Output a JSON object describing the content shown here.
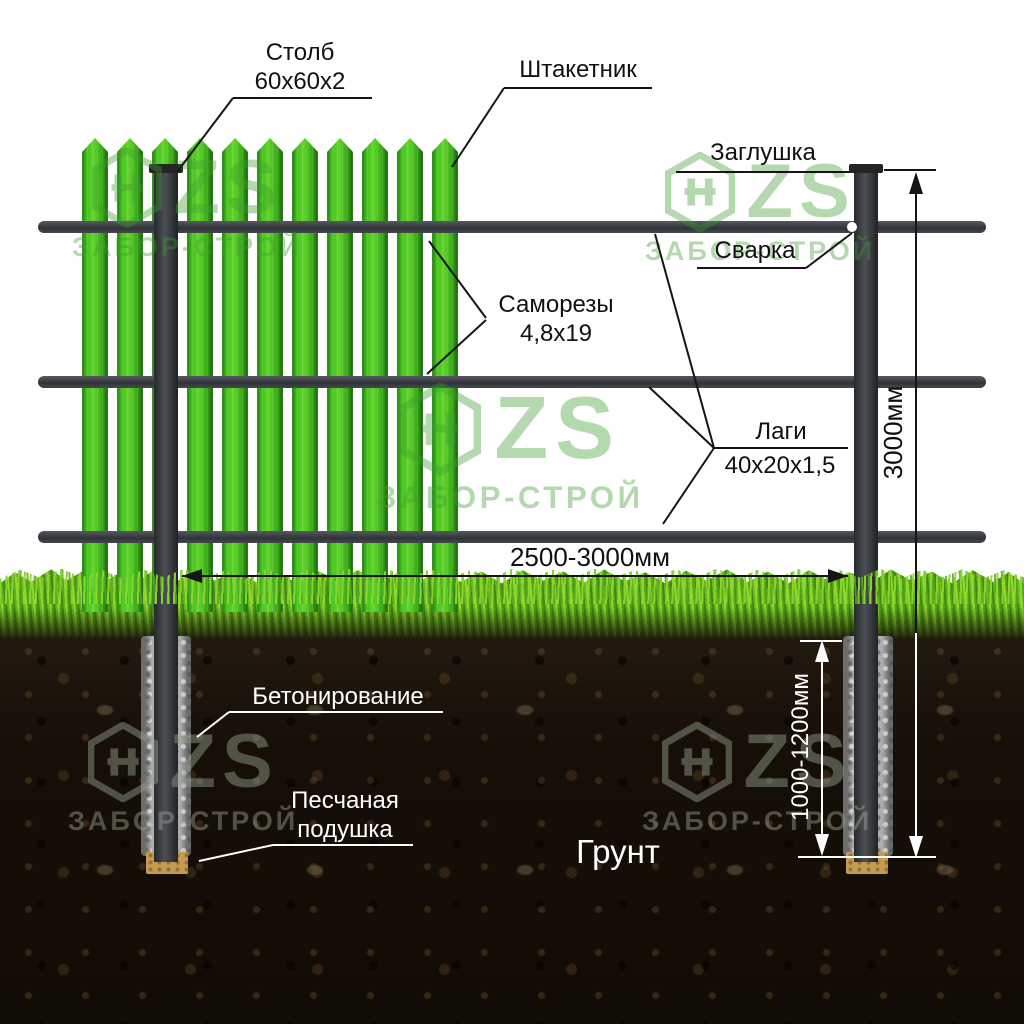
{
  "labels": {
    "stolb_1": "Столб",
    "stolb_2": "60х60х2",
    "shtaketnik": "Штакетник",
    "zaglushka": "Заглушка",
    "svarka": "Сварка",
    "samorezy_1": "Саморезы",
    "samorezy_2": "4,8х19",
    "lagi_1": "Лаги",
    "lagi_2": "40х20х1,5",
    "betonirovanie": "Бетонирование",
    "podushka_1": "Песчаная",
    "podushka_2": "подушка",
    "grunt": "Грунт"
  },
  "dimensions": {
    "span": "2500-3000мм",
    "post_height": "3000мм",
    "embed_depth": "1000-1200мм"
  },
  "watermark": {
    "logo_text": "ZS",
    "brand_text": "ЗАБОР-СТРОЙ"
  },
  "colors": {
    "picket_green": "#3db31c",
    "rail_metal": "#3c4043",
    "post_metal": "#34383b",
    "grass_green": "#7ac71f",
    "soil_brown": "#16100a",
    "concrete_gray": "#aeaeae",
    "sand_tan": "#c49a55",
    "watermark_green": "#3f9e2f"
  }
}
